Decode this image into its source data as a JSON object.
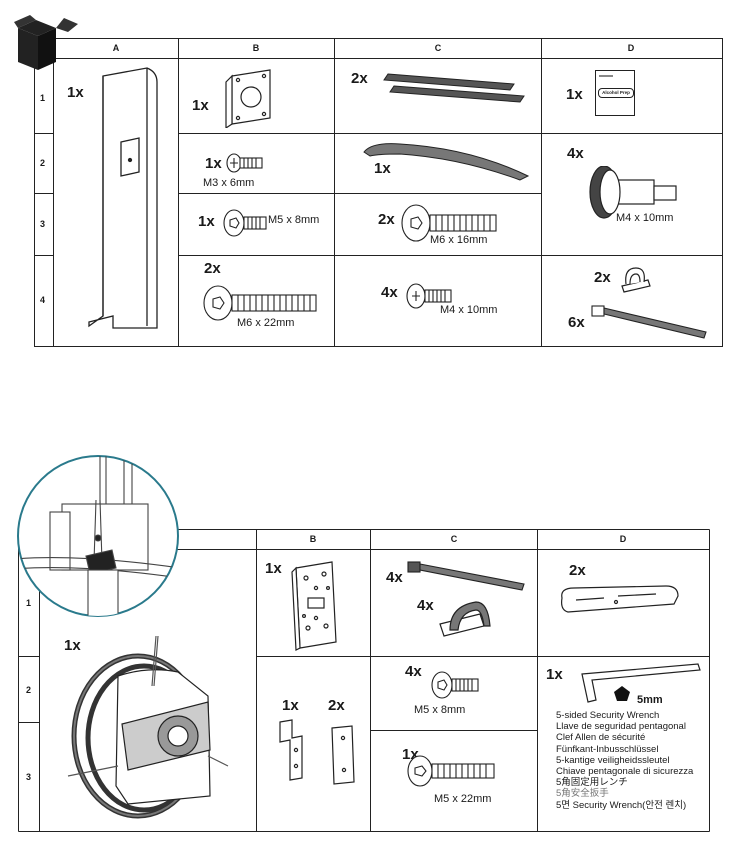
{
  "table1": {
    "columns": [
      "A",
      "B",
      "C",
      "D"
    ],
    "rows": [
      "1",
      "2",
      "3",
      "4"
    ],
    "items": [
      {
        "id": "a-column-post",
        "qty": "1x"
      },
      {
        "id": "b-vesa-plate",
        "qty": "1x"
      },
      {
        "id": "c-adhesive-strips",
        "qty": "2x"
      },
      {
        "id": "d-alcohol-prep",
        "qty": "1x",
        "pack_label": "Alcohol Prep"
      },
      {
        "id": "b-screw-m3",
        "qty": "1x",
        "size": "M3 x 6mm"
      },
      {
        "id": "c-cable-cover",
        "qty": "1x"
      },
      {
        "id": "d-thumb-screw",
        "qty": "4x",
        "size": "M4 x 10mm"
      },
      {
        "id": "b-screw-m5",
        "qty": "1x",
        "size": "M5 x 8mm"
      },
      {
        "id": "c-screw-m6-16",
        "qty": "2x",
        "size": "M6 x 16mm"
      },
      {
        "id": "b-screw-m6-22",
        "qty": "2x",
        "size": "M6 x 22mm"
      },
      {
        "id": "c-screw-m4",
        "qty": "4x",
        "size": "M4 x 10mm"
      },
      {
        "id": "d-cable-clip",
        "qty": "2x"
      },
      {
        "id": "d-cable-tie",
        "qty": "6x"
      }
    ]
  },
  "table2": {
    "columns": [
      "B",
      "C",
      "D"
    ],
    "rows": [
      "1",
      "2",
      "3"
    ],
    "items": [
      {
        "id": "a-cable-lock",
        "qty": "1x"
      },
      {
        "id": "b-lock-plate",
        "qty": "1x"
      },
      {
        "id": "c-cable-tie",
        "qty": "4x"
      },
      {
        "id": "c-adhesive-mount",
        "qty": "4x"
      },
      {
        "id": "d-bracket",
        "qty": "2x"
      },
      {
        "id": "b-small-bracket",
        "qty": "1x"
      },
      {
        "id": "b-flat-plate",
        "qty": "2x"
      },
      {
        "id": "c-screw-m5-8",
        "qty": "4x",
        "size": "M5 x 8mm"
      },
      {
        "id": "c-screw-m5-22",
        "qty": "1x",
        "size": "M5 x 22mm"
      },
      {
        "id": "d-security-wrench",
        "qty": "1x",
        "size": "5mm"
      }
    ],
    "wrench_names": [
      "5-sided Security Wrench",
      "Llave de seguridad pentagonal",
      "Clef Allen de sécurité",
      "Fünfkant-Inbusschlüssel",
      "5-kantige veiligheidssleutel",
      "Chiave pentagonale di sicurezza",
      "5角固定用レンチ",
      "5角安全扳手",
      "5면 Security Wrench(안전 렌치)"
    ]
  }
}
